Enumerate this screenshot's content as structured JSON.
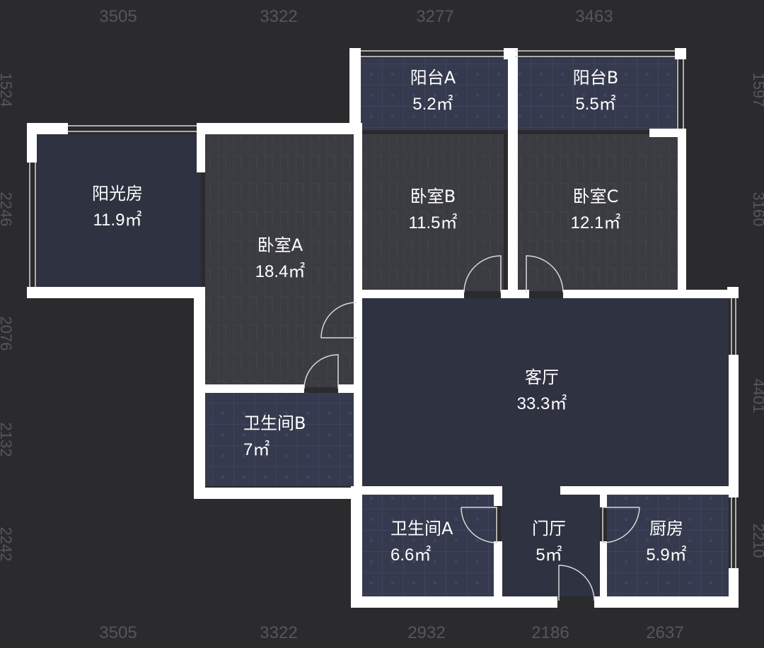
{
  "dimensions": {
    "top": [
      "3505",
      "3322",
      "3277",
      "3463"
    ],
    "bottom": [
      "3505",
      "3322",
      "2932",
      "2186",
      "2637"
    ],
    "left": [
      "1524",
      "2246",
      "2076",
      "2132",
      "2242"
    ],
    "right": [
      "1597",
      "3160",
      "4401",
      "2210"
    ]
  },
  "rooms": [
    {
      "name": "阳光房",
      "area": "11.9㎡"
    },
    {
      "name": "卧室A",
      "area": "18.4㎡"
    },
    {
      "name": "阳台A",
      "area": "5.2㎡"
    },
    {
      "name": "阳台B",
      "area": "5.5㎡"
    },
    {
      "name": "卧室B",
      "area": "11.5㎡"
    },
    {
      "name": "卧室C",
      "area": "12.1㎡"
    },
    {
      "name": "客厅",
      "area": "33.3㎡"
    },
    {
      "name": "卫生间B",
      "area": "7㎡"
    },
    {
      "name": "卫生间A",
      "area": "6.6㎡"
    },
    {
      "name": "门厅",
      "area": "5㎡"
    },
    {
      "name": "厨房",
      "area": "5.9㎡"
    }
  ],
  "colors": {
    "background": "#2b2b2d",
    "wall": "#ffffff",
    "room_fill": "#2f3240",
    "tile_fill": "#353a4e",
    "wood_fill": "#3b3c42",
    "dimension_text": "#55565a"
  }
}
